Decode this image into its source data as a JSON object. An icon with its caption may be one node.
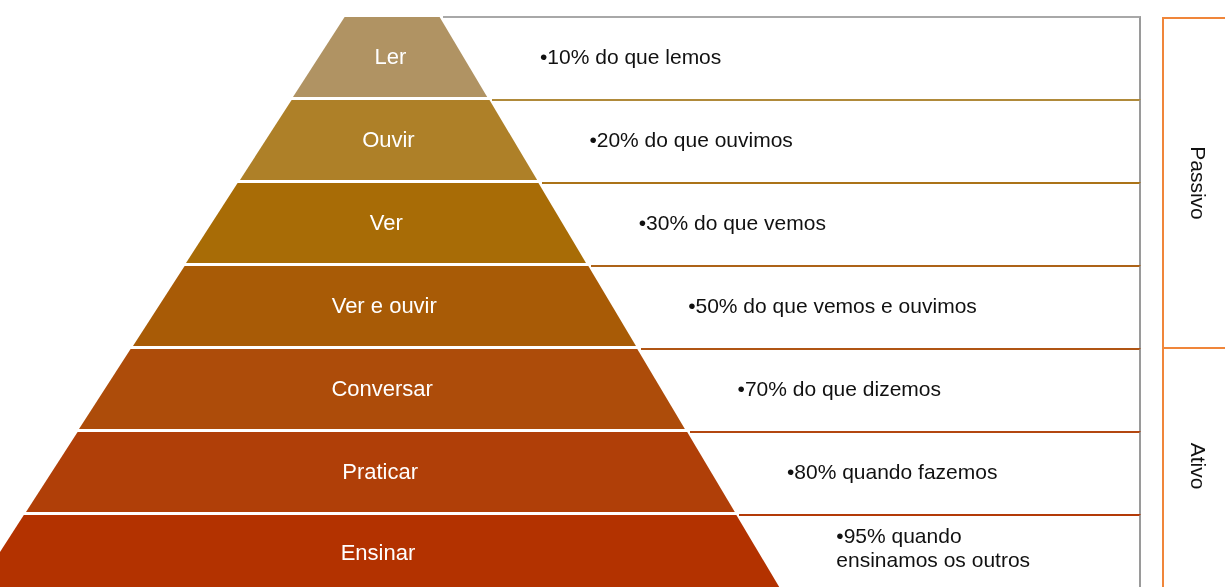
{
  "diagram": {
    "nodes": [
      {
        "text": [
          "Ler"
        ]
      },
      {
        "text": [
          "Ouvir"
        ]
      },
      {
        "text": [
          "Ver"
        ]
      },
      {
        "text": [
          "Ver e ouvir"
        ]
      },
      {
        "text": [
          "Conversar"
        ]
      },
      {
        "text": [
          "Praticar"
        ]
      },
      {
        "text": [
          "Ensinar"
        ]
      },
      {
        "text": [
          "•10% do que lemos"
        ]
      },
      {
        "text": [
          "•20% do que ouvimos"
        ]
      },
      {
        "text": [
          "•30% do que vemos"
        ]
      },
      {
        "text": [
          "•50% do que vemos e ouvimos"
        ]
      },
      {
        "text": [
          "•70% do que dizemos"
        ]
      },
      {
        "text": [
          "•80% quando fazemos"
        ]
      },
      {
        "text": [
          "•95% quando ensinamos os outros"
        ]
      },
      {
        "text": [
          "Passivo"
        ]
      },
      {
        "text": [
          "Ativo"
        ]
      }
    ],
    "edges": []
  }
}
